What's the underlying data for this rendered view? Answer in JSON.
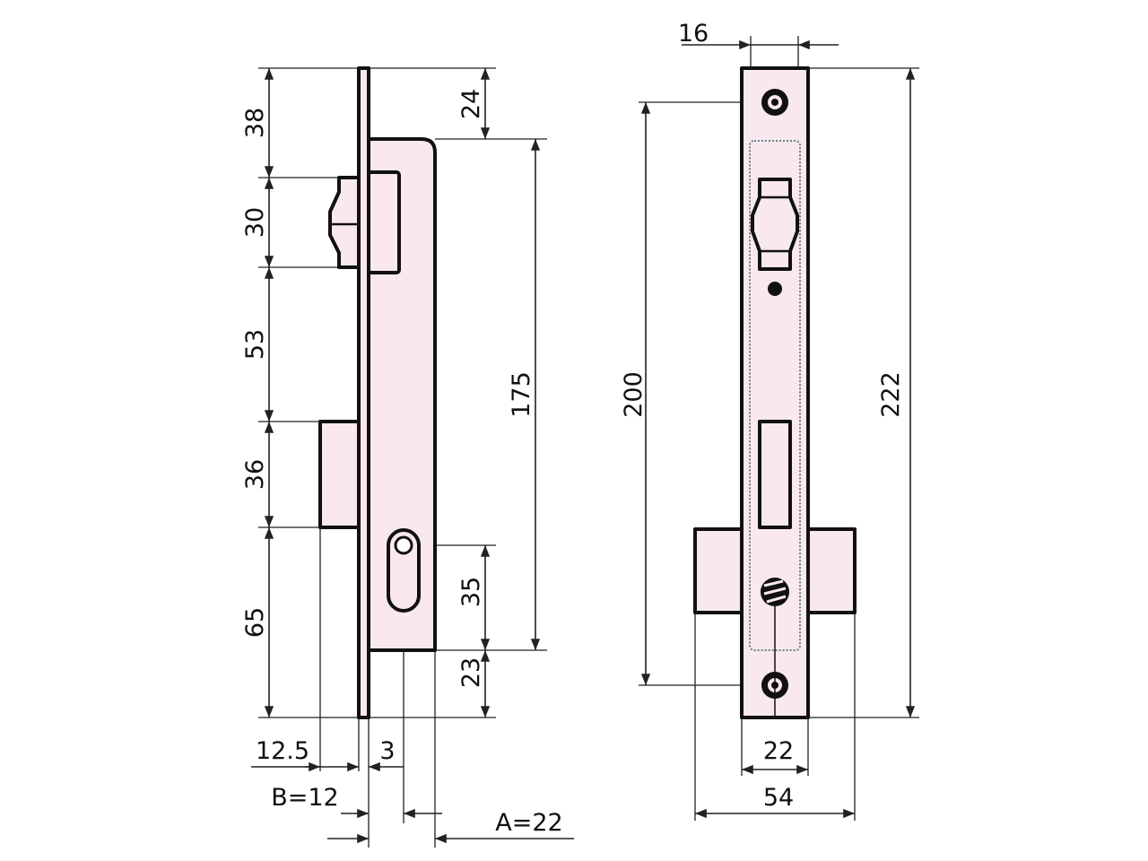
{
  "title": "Mortise lock dimensional drawing",
  "colors": {
    "fill": "#f9e8ee",
    "line": "#111111"
  },
  "side_view": {
    "dimensions_left": [
      "38",
      "30",
      "53",
      "36",
      "65"
    ],
    "dimensions_right": {
      "top": "24",
      "body": "175",
      "cylinder": "35",
      "bottom": "23"
    },
    "dimensions_bottom": {
      "deadbolt_throw": "12.5",
      "faceplate": "3",
      "backset_b": "B=12",
      "backset_a": "A=22"
    }
  },
  "front_view": {
    "faceplate_width": "16",
    "screw_spacing": "200",
    "total_height": "222",
    "body_width": "22",
    "cylinder_width": "54"
  }
}
